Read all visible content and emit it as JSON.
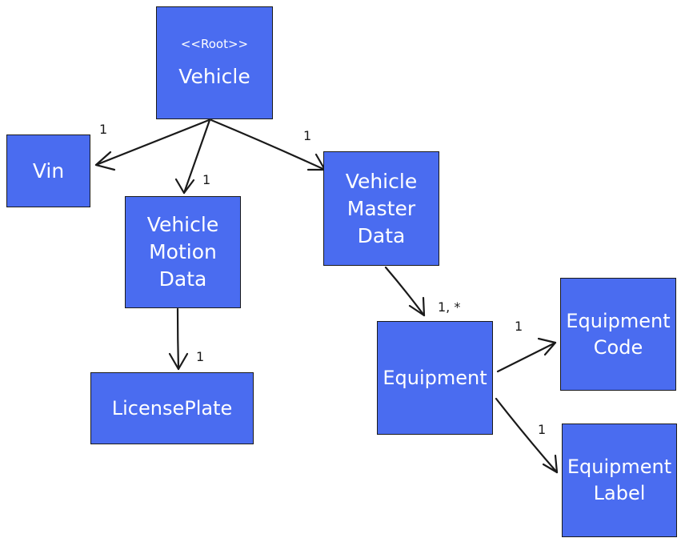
{
  "nodes": {
    "vehicle": {
      "stereotype": "<<Root>>",
      "lines": [
        "Vehicle"
      ]
    },
    "vin": {
      "lines": [
        "Vin"
      ]
    },
    "vehicle_motion_data": {
      "lines": [
        "Vehicle",
        "Motion",
        "Data"
      ]
    },
    "vehicle_master_data": {
      "lines": [
        "Vehicle",
        "Master",
        "Data"
      ]
    },
    "license_plate": {
      "lines": [
        "LicensePlate"
      ]
    },
    "equipment": {
      "lines": [
        "Equipment"
      ]
    },
    "equipment_code": {
      "lines": [
        "Equipment",
        "Code"
      ]
    },
    "equipment_label": {
      "lines": [
        "Equipment",
        "Label"
      ]
    }
  },
  "edges": [
    {
      "from": "vehicle",
      "to": "vin",
      "multiplicity": "1"
    },
    {
      "from": "vehicle",
      "to": "vehicle_motion_data",
      "multiplicity": "1"
    },
    {
      "from": "vehicle",
      "to": "vehicle_master_data",
      "multiplicity": "1"
    },
    {
      "from": "vehicle_motion_data",
      "to": "license_plate",
      "multiplicity": "1"
    },
    {
      "from": "vehicle_master_data",
      "to": "equipment",
      "multiplicity": "1, *"
    },
    {
      "from": "equipment",
      "to": "equipment_code",
      "multiplicity": "1"
    },
    {
      "from": "equipment",
      "to": "equipment_label",
      "multiplicity": "1"
    }
  ],
  "colors": {
    "box_fill": "#4a6cf0",
    "box_text": "#ffffff",
    "stroke": "#1a1a1a"
  }
}
